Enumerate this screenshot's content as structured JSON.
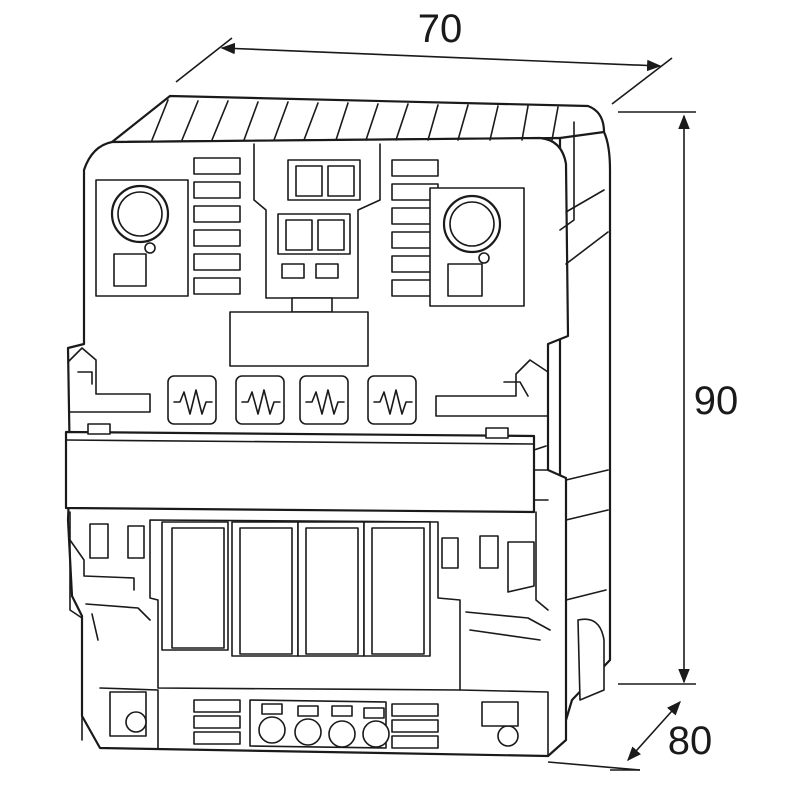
{
  "dimensions": {
    "width": "70",
    "height": "90",
    "depth": "80"
  },
  "colors": {
    "line": "#1a1a1a",
    "background": "#ffffff"
  }
}
